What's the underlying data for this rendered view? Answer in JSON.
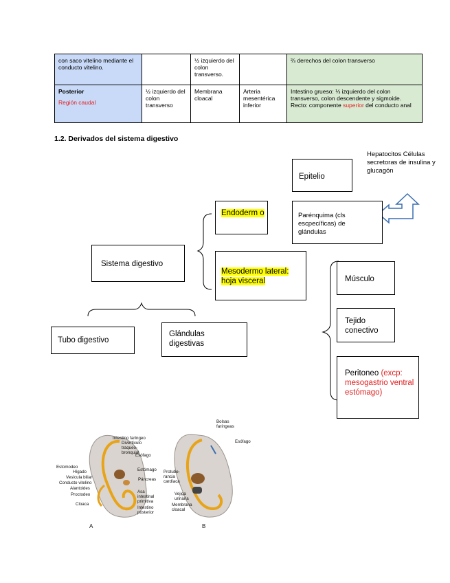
{
  "table": {
    "row1": {
      "c1": "con saco vitelino mediante el conducto vitelino.",
      "c2": "",
      "c3": "½ izquierdo del colon transverso.",
      "c4": "",
      "c5": "⅔ derechos del colon transverso"
    },
    "row2": {
      "c1_title": "Posterior",
      "c1_sub": "Región caudal",
      "c2": "½ izquierdo del colon transverso",
      "c3": "Membrana cloacal",
      "c4": "Arteria mesentérica inferior",
      "c5_a": "Intestino grueso: ⅓ izquierdo del colon transverso, colon descendente y sigmoide. Recto: componente ",
      "c5_red": "superior",
      "c5_b": " del conducto anal"
    }
  },
  "section_title": "1.2. Derivados del sistema digestivo",
  "diagram": {
    "sistema": "Sistema digestivo",
    "endodermo": "Endoderm o",
    "mesodermo": "Mesodermo lateral: hoja visceral",
    "tubo": "Tubo digestivo",
    "glandulas": "Glándulas digestivas",
    "epitelio": "Epitelio",
    "parenquima": "Parénquima (cls escpecíficas) de glándulas",
    "hepatocitos": "Hepatocitos Células secretoras de insulina y glucagón",
    "musculo": "Músculo",
    "tejido": "Tejido conectivo",
    "peritoneo": "Peritoneo ",
    "peritoneo_red": "(excp: mesogastrio ventral estómago)"
  },
  "figure": {
    "label_a": "A",
    "label_b": "B",
    "a_labels": [
      "Intestino faríngeo",
      "Divertículo traqueo-bronquial",
      "Esófago",
      "Estomodeo",
      "Hígado",
      "Estómago",
      "Vesícula biliar",
      "Páncreas",
      "Conducto vitelino",
      "Alantoides",
      "Proctodeo",
      "Asa intestinal primitiva",
      "Cloaca",
      "Intestino posterior"
    ],
    "b_labels": [
      "Bolsas faríngeas",
      "Esófago",
      "Protube-rancia cardíaca",
      "Vejiga urinaria",
      "Membrana cloacal"
    ]
  },
  "colors": {
    "blue_cell": "#c9daf8",
    "green_cell": "#d9ead3",
    "highlight": "#ffff00",
    "red_text": "#e02020",
    "gut": "#e8a317"
  }
}
